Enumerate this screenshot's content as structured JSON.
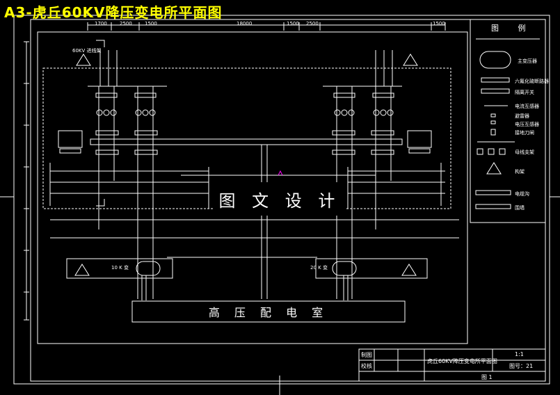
{
  "title": "A3-虎丘60KV降压变电所平面图",
  "watermark": "图 文 设 计",
  "room_label": "高 压 配 电 室",
  "legend": {
    "title": "图 例",
    "items": [
      "主变压器",
      "六氟化硫断路器",
      "隔离开关",
      "电流互感器",
      "避雷器",
      "电压互感器",
      "接地刀闸",
      "母线支架",
      "构架",
      "电缆沟",
      "围墙"
    ]
  },
  "annotations": {
    "transformer_left": "10 K 变",
    "transformer_right": "20 K 变",
    "incoming_line": "60KV 进线架"
  },
  "dimensions": [
    "1700",
    "2500",
    "1500",
    "18000",
    "1500",
    "2500",
    "1500"
  ],
  "title_block": {
    "drawn_label": "制图",
    "checked_label": "校核",
    "drawing_name": "虎丘60KV降压变电所平面图",
    "scale": "1:1",
    "drawing_no": "图号：21",
    "sheet": "图 1"
  },
  "colors": {
    "background": "#000000",
    "lines": "#ffffff",
    "title": "#ffff00",
    "accent": "#ff00ff"
  }
}
